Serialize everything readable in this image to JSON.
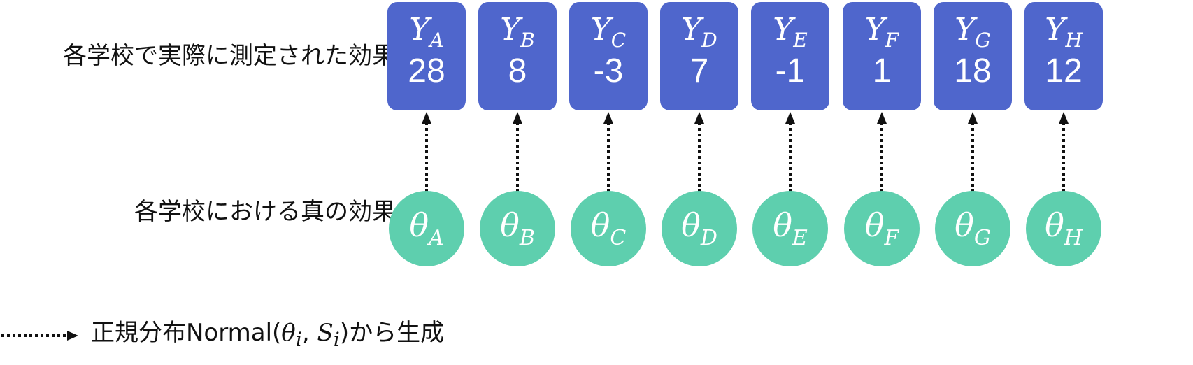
{
  "labels": {
    "observed": "各学校で実際に測定された効果",
    "true_effect": "各学校における真の効果"
  },
  "schools": [
    {
      "id": "A",
      "y": "28"
    },
    {
      "id": "B",
      "y": "8"
    },
    {
      "id": "C",
      "y": "-3"
    },
    {
      "id": "D",
      "y": "7"
    },
    {
      "id": "E",
      "y": "-1"
    },
    {
      "id": "F",
      "y": "1"
    },
    {
      "id": "G",
      "y": "18"
    },
    {
      "id": "H",
      "y": "12"
    }
  ],
  "symbols": {
    "observed": "Y",
    "true_effect": "θ"
  },
  "legend": {
    "prefix": "正規分布Normal(",
    "theta": "θ",
    "sub": "i",
    "sep": ", ",
    "s": "S",
    "suffix": ")から生成"
  },
  "colors": {
    "observed_box": "#4f66cc",
    "true_node": "#5ecfae",
    "arrow": "#111111"
  }
}
